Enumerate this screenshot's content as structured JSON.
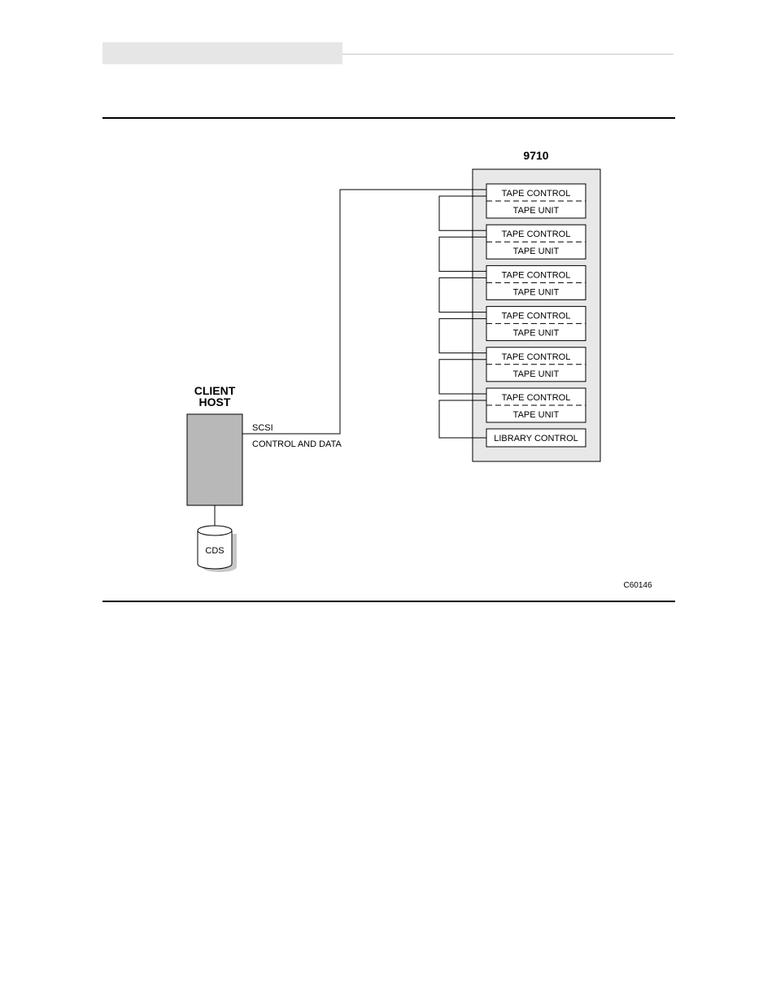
{
  "diagram": {
    "library_title": "9710",
    "host_title_line1": "CLIENT",
    "host_title_line2": "HOST",
    "connection_line1": "SCSI",
    "connection_line2": "CONTROL AND DATA",
    "drives": [
      {
        "control": "TAPE CONTROL",
        "unit": "TAPE UNIT"
      },
      {
        "control": "TAPE CONTROL",
        "unit": "TAPE UNIT"
      },
      {
        "control": "TAPE CONTROL",
        "unit": "TAPE UNIT"
      },
      {
        "control": "TAPE CONTROL",
        "unit": "TAPE UNIT"
      },
      {
        "control": "TAPE CONTROL",
        "unit": "TAPE UNIT"
      },
      {
        "control": "TAPE CONTROL",
        "unit": "TAPE UNIT"
      }
    ],
    "library_control": "LIBRARY CONTROL",
    "storage_label": "CDS",
    "figure_id": "C60146",
    "colors": {
      "host_fill": "#b8b8b8",
      "library_fill": "#e8e8e8",
      "header_fill": "#e6e6e6"
    }
  }
}
